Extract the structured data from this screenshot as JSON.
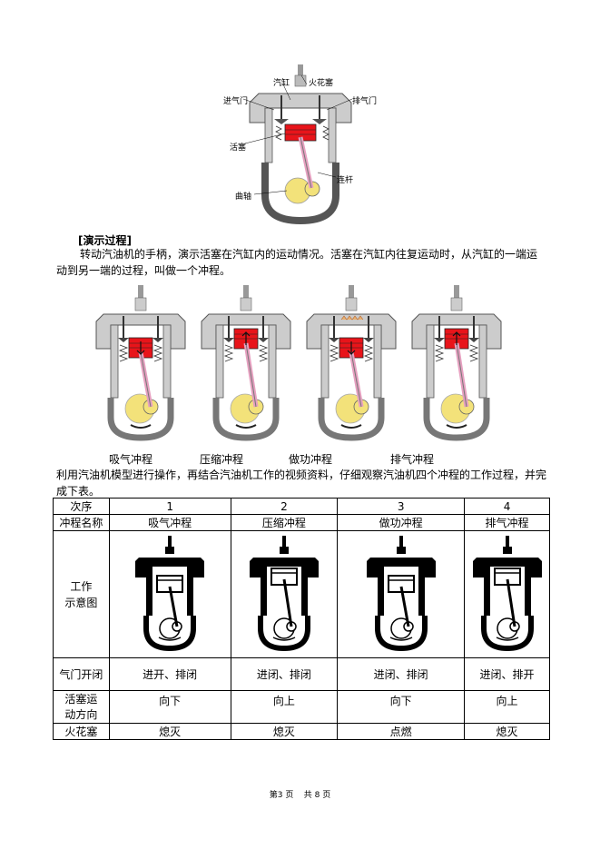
{
  "diagram_labels": {
    "cylinder": "汽缸",
    "spark_plug": "火花塞",
    "intake_valve": "进气门",
    "exhaust_valve": "排气门",
    "piston": "活塞",
    "connecting_rod": "连杆",
    "crankshaft": "曲轴"
  },
  "section_title": "[演示过程]",
  "paragraph1": "转动汽油机的手柄，演示活塞在汽缸内的运动情况。活塞在汽缸内往复运动时，从汽缸的一端运动到另一端的过程，叫做一个冲程。",
  "strokes": [
    "吸气冲程",
    "压缩冲程",
    "做功冲程",
    "排气冲程"
  ],
  "paragraph2": "利用汽油机模型进行操作，再结合汽油机工作的视频资料，仔细观察汽油机四个冲程的工作过程，并完成下表。",
  "table": {
    "row_labels": {
      "order": "次序",
      "stroke_name": "冲程名称",
      "diagram": "工作\n示意图",
      "valves": "气门开闭",
      "piston_dir": "活塞运\n动方向",
      "spark": "火花塞"
    },
    "columns": [
      {
        "order": "1",
        "stroke_name": "吸气冲程",
        "valves": "进开、排闭",
        "piston_dir": "向下",
        "spark": "熄灭"
      },
      {
        "order": "2",
        "stroke_name": "压缩冲程",
        "valves": "进闭、排闭",
        "piston_dir": "向上",
        "spark": "熄灭"
      },
      {
        "order": "3",
        "stroke_name": "做功冲程",
        "valves": "进闭、排闭",
        "piston_dir": "向下",
        "spark": "点燃"
      },
      {
        "order": "4",
        "stroke_name": "排气冲程",
        "valves": "进闭、排开",
        "piston_dir": "向上",
        "spark": "熄灭"
      }
    ]
  },
  "footer": {
    "page_prefix": "第",
    "page_num": "3",
    "page_mid": "页",
    "total_prefix": "共",
    "total_num": "8",
    "total_suffix": "页"
  },
  "colors": {
    "piston": "#e8141a",
    "metal": "#cccccc",
    "gear": "#f3e27a",
    "rod": "#e6a0c0"
  }
}
